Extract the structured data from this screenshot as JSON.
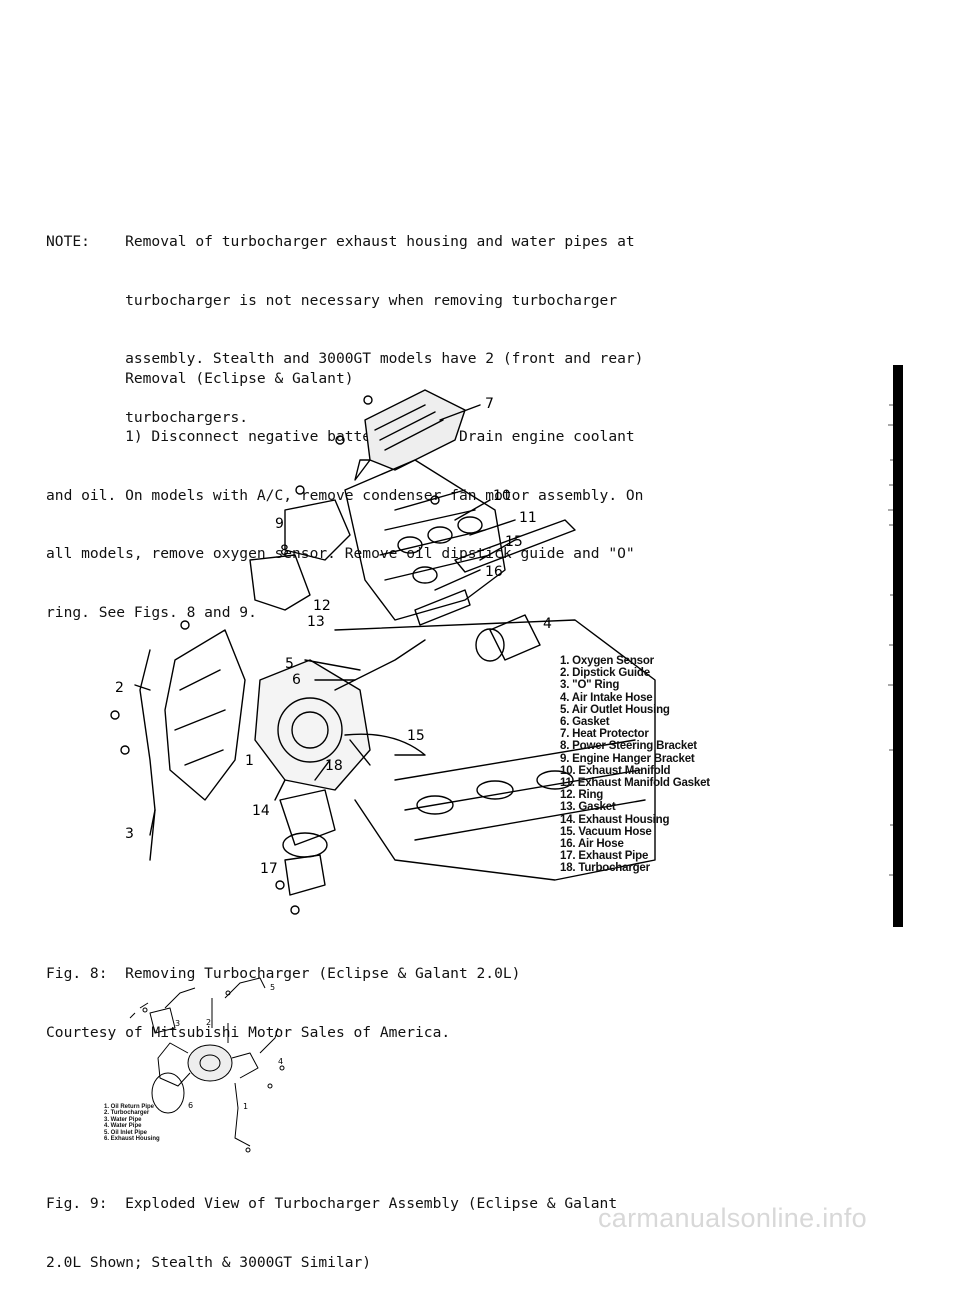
{
  "note_lines": [
    "NOTE:    Removal of turbocharger exhaust housing and water pipes at",
    "         turbocharger is not necessary when removing turbocharger",
    "         assembly. Stealth and 3000GT models have 2 (front and rear)",
    "         turbochargers."
  ],
  "removal_lines": [
    "         Removal (Eclipse & Galant)",
    "         1) Disconnect negative battery cable. Drain engine coolant",
    "and oil. On models with A/C, remove condenser fan motor assembly. On",
    "all models, remove oxygen sensor. Remove oil dipstick guide and \"O\"",
    "ring. See Figs. 8 and 9."
  ],
  "figure8": {
    "legend": [
      "1. Oxygen Sensor",
      "2. Dipstick Guide",
      "3. \"O\" Ring",
      "4. Air Intake Hose",
      "5. Air Outlet Housing",
      "6. Gasket",
      "7. Heat Protector",
      "8. Power Steering Bracket",
      "9. Engine Hanger Bracket",
      "10. Exhaust Manifold",
      "11. Exhaust Manifold Gasket",
      "12. Ring",
      "13. Gasket",
      "14. Exhaust Housing",
      "15. Vacuum Hose",
      "16. Air Hose",
      "17. Exhaust Pipe",
      "18. Turbocharger"
    ],
    "callouts": [
      "7",
      "10",
      "11",
      "15",
      "16",
      "4",
      "9",
      "8",
      "12",
      "13",
      "5",
      "6",
      "2",
      "1",
      "15",
      "18",
      "14",
      "17",
      "3"
    ],
    "caption_1": "Fig. 8:  Removing Turbocharger (Eclipse & Galant 2.0L)",
    "caption_2": "Courtesy of Mitsubishi Motor Sales of America."
  },
  "figure9": {
    "legend": [
      "1. Oil Return Pipe",
      "2. Turbocharger",
      "3. Water Pipe",
      "4. Water Pipe",
      "5. Oil Inlet Pipe",
      "6. Exhaust Housing"
    ],
    "callouts": [
      "5",
      "3",
      "2",
      "4",
      "1",
      "6"
    ],
    "caption_1": "Fig. 9:  Exploded View of Turbocharger Assembly (Eclipse & Galant",
    "caption_2": "2.0L Shown; Stealth & 3000GT Similar)"
  },
  "watermark": "carmanualsonline.info"
}
